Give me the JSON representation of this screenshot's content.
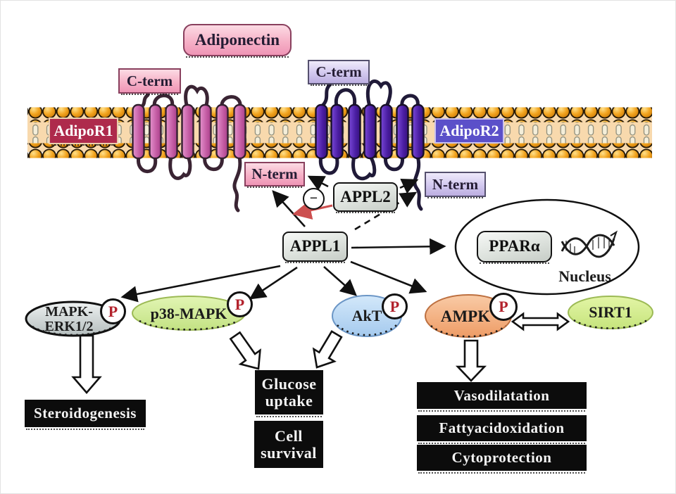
{
  "labels": {
    "adiponectin": "Adiponectin",
    "c_term_left": "C-term",
    "c_term_right": "C-term",
    "n_term_left": "N-term",
    "n_term_right": "N-term",
    "adipor1": "AdipoR1",
    "adipor2": "AdipoR2",
    "appl1": "APPL1",
    "appl2": "APPL2",
    "minus": "−",
    "phospho": "P",
    "ppar_alpha": "PPARα",
    "nucleus": "Nucleus"
  },
  "kinases": {
    "mapk_erk": "MAPK-\nERK1/2",
    "p38_mapk": "p38-MAPK",
    "akt": "AkT",
    "ampk": "AMPK",
    "sirt1": "SIRT1"
  },
  "outcomes": {
    "steroidogenesis": "Steroidogenesis",
    "glucose_uptake": "Glucose\nuptake",
    "cell_survival": "Cell\nsurvival",
    "vasodilatation": "Vasodilatation",
    "fatty_acid_oxidation": "Fattyacidoxidation",
    "cytoprotection": "Cytoprotection"
  },
  "colors": {
    "adipor1_fill": "#ae2a4c",
    "adipor2_fill": "#5b50c9",
    "pink_label": "#f6b1c7",
    "purple_label": "#d2c8ef",
    "membrane_head": "#f2a41f",
    "membrane_core": "#f8d9ad",
    "helix_r1": "#c45ca4",
    "helix_r2": "#4a1ea2",
    "p38_fill": "#d3ee9b",
    "akt_fill": "#bddcf6",
    "ampk_fill": "#f5b289",
    "sirt1_fill": "#d5ef90",
    "mapk_fill": "#dde3e3",
    "phospho_red": "#b3232d",
    "inhibit_arrow_red": "#cc4f4f",
    "outcome_box": "#0c0c0c"
  }
}
